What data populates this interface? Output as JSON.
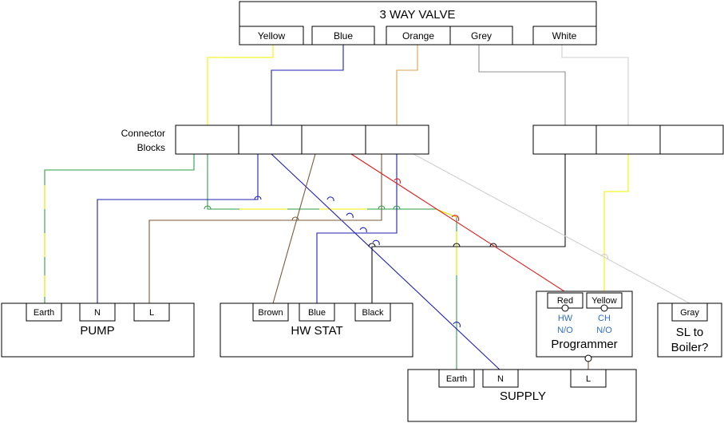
{
  "valve": {
    "title": "3 WAY VALVE",
    "terminals": [
      "Yellow",
      "Blue",
      "Orange",
      "Grey",
      "White"
    ]
  },
  "connector_label": [
    "Connector",
    "Blocks"
  ],
  "pump": {
    "title": "PUMP",
    "terminals": [
      "Earth",
      "N",
      "L"
    ]
  },
  "hwstat": {
    "title": "HW STAT",
    "terminals": [
      "Brown",
      "Blue",
      "Black"
    ]
  },
  "supply": {
    "title": "SUPPLY",
    "terminals": [
      "Earth",
      "N",
      "L"
    ]
  },
  "programmer": {
    "title": "Programmer",
    "terminals": [
      "Red",
      "Yellow"
    ],
    "hw_lines": [
      "HW",
      "N/O"
    ],
    "ch_lines": [
      "CH",
      "N/O"
    ]
  },
  "boiler": {
    "terminal": "Gray",
    "lines": [
      "SL to",
      "Boiler?"
    ]
  },
  "colors": {
    "yellow": "#F2F200",
    "blue": "#1F1FB4",
    "orange": "#E0A050",
    "grey": "#909090",
    "white_wire": "#CFCFCF",
    "green": "#2E9E4A",
    "brown": "#7A5A3A",
    "black": "#111111",
    "red": "#E41A1A",
    "label_blue": "#2F6DC4"
  }
}
